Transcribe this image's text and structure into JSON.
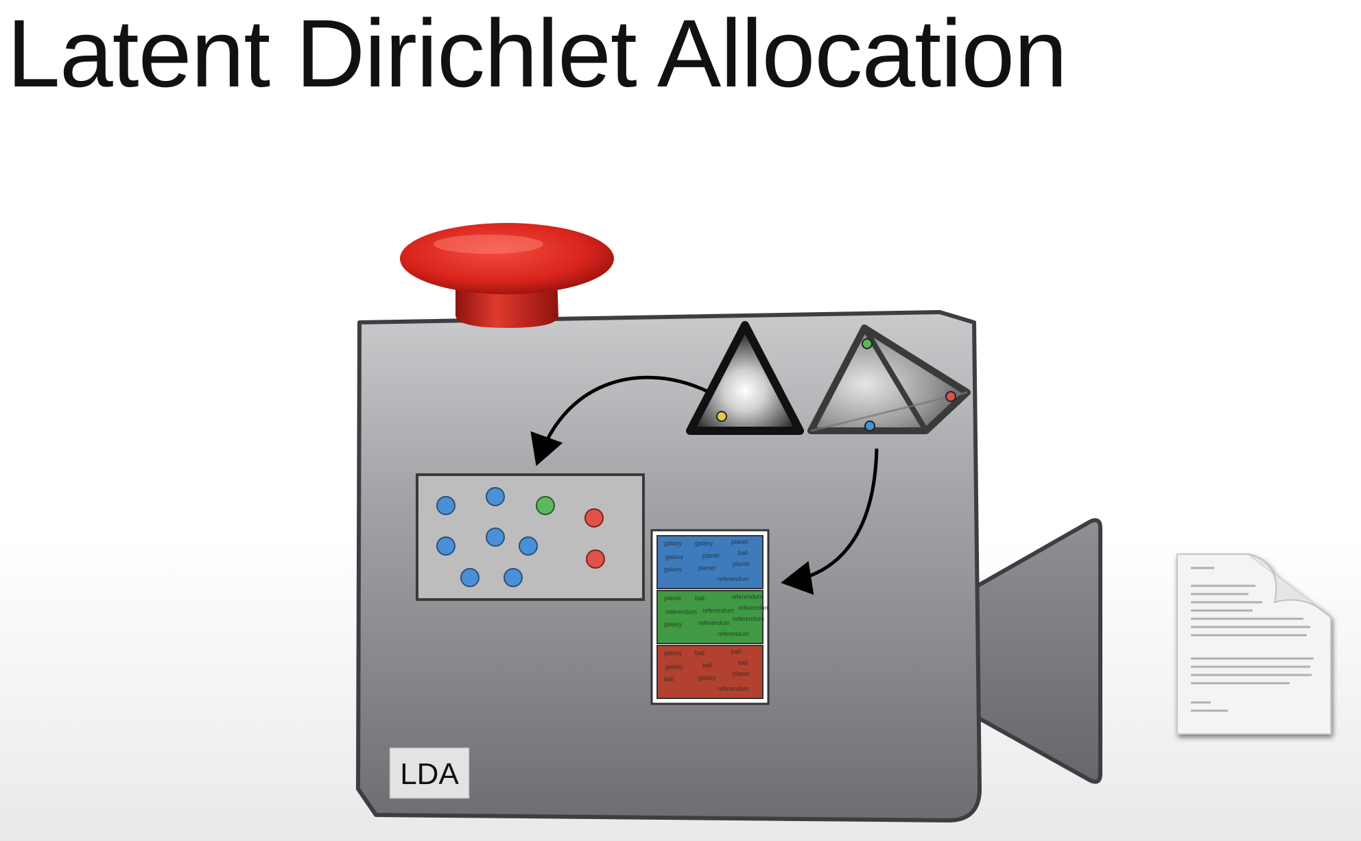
{
  "slide": {
    "title": "Latent Dirichlet Allocation"
  },
  "machine": {
    "label": "LDA"
  },
  "topic_word_box": {
    "rows": [
      {
        "color": "#3d7bbd",
        "words": [
          "galaxy",
          "galaxy",
          "planet",
          "galaxy",
          "planet",
          "ball",
          "galaxy",
          "planet",
          "planet",
          "referendum"
        ]
      },
      {
        "color": "#3f9a43",
        "words": [
          "planet",
          "ball",
          "referendum",
          "referendum",
          "referendum",
          "referendum",
          "galaxy",
          "referendum",
          "referendum",
          "referendum"
        ]
      },
      {
        "color": "#b2412f",
        "words": [
          "galaxy",
          "ball",
          "ball",
          "galaxy",
          "ball",
          "ball",
          "ball",
          "galaxy",
          "planet",
          "referendum"
        ]
      }
    ]
  },
  "colors": {
    "button_red": "#d9251d",
    "machine_gray": "#8e8f93",
    "dot_blue": "#4a90d9",
    "dot_green": "#5cb85c",
    "dot_red": "#e0524a",
    "dot_yellow": "#e6c84a"
  },
  "icons": [
    "red-push-button-icon",
    "dirichlet-triangle-icon",
    "dirichlet-tetrahedron-icon",
    "document-icon",
    "curved-arrow-icon"
  ]
}
